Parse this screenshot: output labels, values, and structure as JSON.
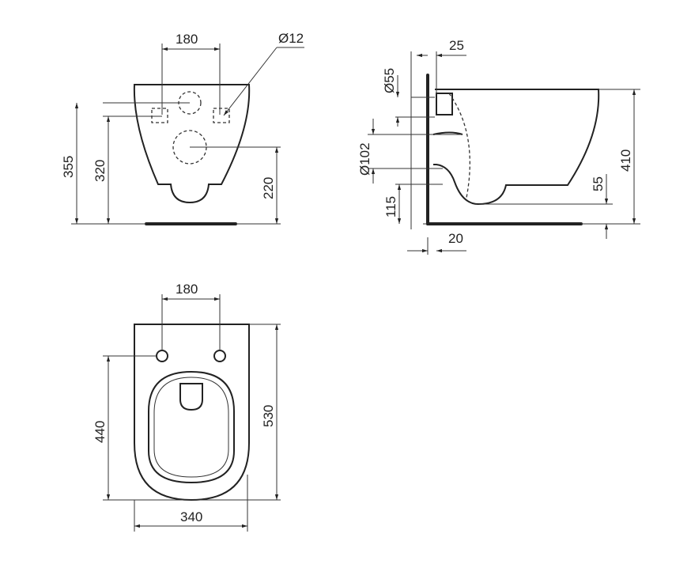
{
  "front_view": {
    "dim_hole_spacing": "180",
    "dim_hole_diameter": "Ø12",
    "dim_total_height": "355",
    "dim_fixing_height": "320",
    "dim_outlet_height": "220"
  },
  "side_view": {
    "dim_wall_gap_top": "25",
    "dim_inlet_diameter": "Ø55",
    "dim_outlet_diameter": "Ø102",
    "dim_outlet_floor": "115",
    "dim_wall_gap_bottom": "20",
    "dim_bowl_bottom": "55",
    "dim_total_height": "410"
  },
  "top_view": {
    "dim_hole_spacing": "180",
    "dim_fixing_length": "440",
    "dim_total_length": "530",
    "dim_width": "340"
  }
}
